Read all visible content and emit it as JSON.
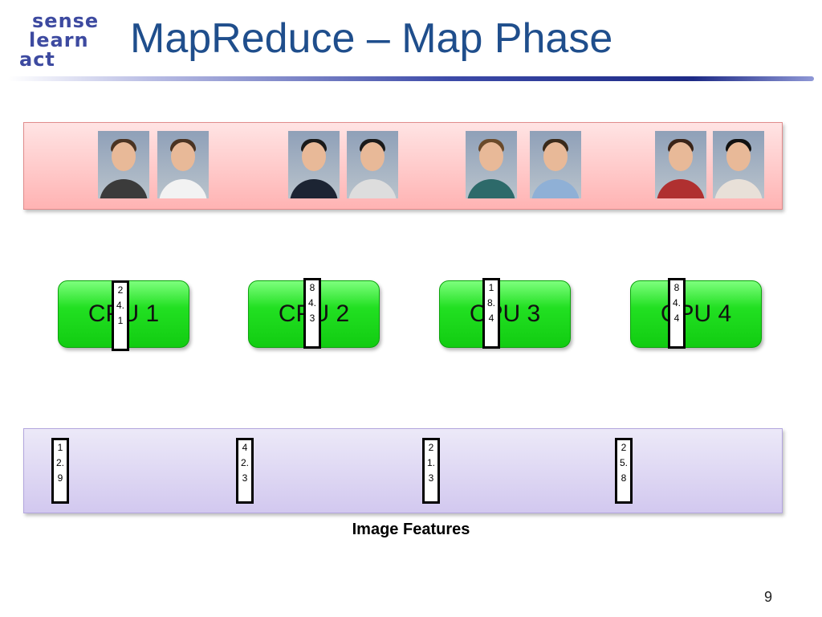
{
  "logo": {
    "line1": "sense",
    "line2": "learn",
    "line3": "act"
  },
  "slide": {
    "title": "MapReduce – Map Phase",
    "page_number": "9"
  },
  "photos": [
    "p1",
    "p2",
    "p3",
    "p4",
    "p5",
    "p6",
    "p7",
    "p8"
  ],
  "cpus": [
    {
      "label": "CPU 1",
      "value": "24.1"
    },
    {
      "label": "CPU 2",
      "value": "84.3"
    },
    {
      "label": "CPU 3",
      "value": "18.4"
    },
    {
      "label": "CPU 4",
      "value": "84.4"
    }
  ],
  "features": {
    "label": "Image Features",
    "values": [
      "12.9",
      "42.3",
      "21.3",
      "25.8"
    ]
  },
  "colors": {
    "title": "#1f4e8c",
    "photo_band": "#ffb3b3",
    "cpu": "#22e022",
    "feature_band": "#d2c8ef"
  }
}
